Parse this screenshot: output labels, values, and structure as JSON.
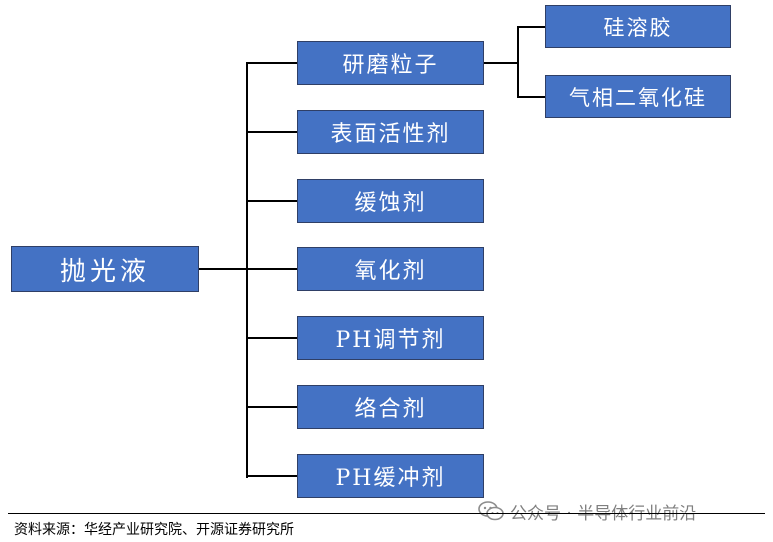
{
  "root": "抛光液",
  "components": [
    "研磨粒子",
    "表面活性剂",
    "缓蚀剂",
    "氧化剂",
    "PH调节剂",
    "络合剂",
    "PH缓冲剂"
  ],
  "abrasive_subtypes": [
    "硅溶胶",
    "气相二氧化硅"
  ],
  "source": "资料来源：华经产业研究院、开源证券研究所",
  "watermark": "公众号 · 半导体行业前沿",
  "colors": {
    "box_fill": "#4472c4",
    "box_border": "#2f3f66",
    "connector": "#000000",
    "watermark": "#7f7f7f"
  }
}
